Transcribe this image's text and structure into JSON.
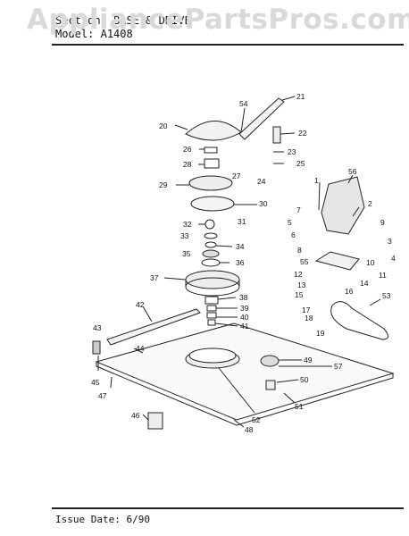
{
  "watermark": "AppliancePartsPros.com",
  "header": {
    "section_label": "Section:",
    "section_value": "BASE & DRIVE",
    "model_label": "Model:",
    "model_value": "A1408"
  },
  "footer": {
    "issue_label": "Issue Date:",
    "issue_value": "6/90"
  },
  "callouts": [
    "1",
    "2",
    "3",
    "4",
    "5",
    "6",
    "7",
    "8",
    "9",
    "10",
    "11",
    "12",
    "13",
    "14",
    "15",
    "16",
    "17",
    "18",
    "19",
    "20",
    "21",
    "22",
    "23",
    "24",
    "25",
    "26",
    "27",
    "28",
    "29",
    "30",
    "31",
    "32",
    "33",
    "34",
    "35",
    "36",
    "37",
    "38",
    "39",
    "40",
    "41",
    "42",
    "43",
    "44",
    "45",
    "46",
    "47",
    "48",
    "49",
    "50",
    "51",
    "52",
    "53",
    "54",
    "55",
    "56",
    "57"
  ]
}
